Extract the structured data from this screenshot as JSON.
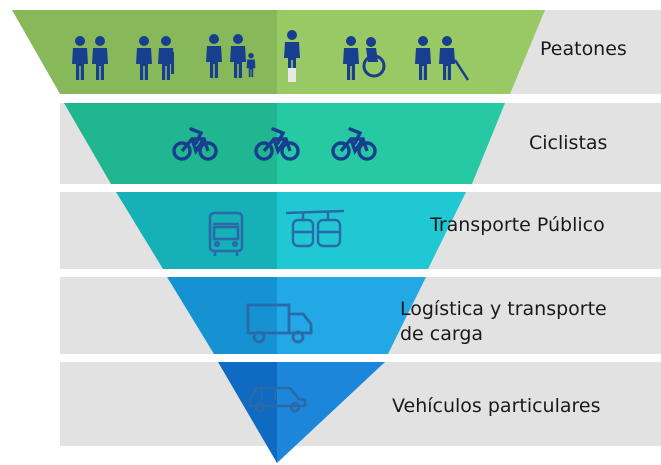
{
  "levels": [
    {
      "label": "Peatones",
      "color_left": "#87b85a",
      "color_right": "#98c964"
    },
    {
      "label": "Ciclistas",
      "color_left": "#1fb690",
      "color_right": "#27c9a2"
    },
    {
      "label": "Transporte Público",
      "color_left": "#16b0b8",
      "color_right": "#1fc8d2"
    },
    {
      "label_line1": "Logística y transporte",
      "label_line2": "de carga",
      "color_left": "#1492d2",
      "color_right": "#22a8e5"
    },
    {
      "label": "Vehículos particulares",
      "color_left": "#0f6bc2",
      "color_right": "#1c86db"
    }
  ],
  "colors": {
    "band_background": "#e2e2e2",
    "icon": "#183f8f",
    "icon_outline": "#2a6aa8",
    "label_text": "#1a1a1a"
  },
  "icons": [
    "pedestrian-group-icon",
    "bicycle-icon",
    "bus-icon",
    "cable-car-icon",
    "truck-icon",
    "car-icon"
  ]
}
